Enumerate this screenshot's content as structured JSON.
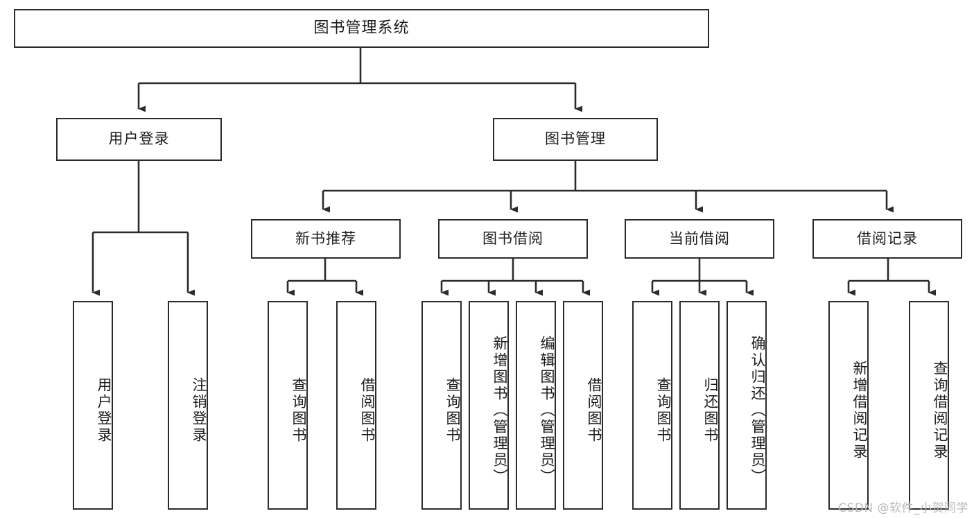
{
  "diagram": {
    "title": "图书管理系统",
    "type": "tree-hierarchy",
    "watermark": "CSDN @软件_小贺同学",
    "colors": {
      "stroke": "#2b2b2b",
      "fill": "#ffffff",
      "text": "#1b1b1b",
      "watermark": "#b9b9b9"
    },
    "nodes": {
      "root": {
        "label": "图书管理系统"
      },
      "level2": [
        {
          "id": "user-login",
          "label": "用户登录"
        },
        {
          "id": "book-manage",
          "label": "图书管理"
        }
      ],
      "level3": [
        {
          "id": "new-book-recommend",
          "label": "新书推荐"
        },
        {
          "id": "book-borrow",
          "label": "图书借阅"
        },
        {
          "id": "current-borrow",
          "label": "当前借阅"
        },
        {
          "id": "borrow-record",
          "label": "借阅记录"
        }
      ],
      "leaves": {
        "user_login": [
          {
            "id": "leaf-user-login",
            "label": "用户登录"
          },
          {
            "id": "leaf-logout-login",
            "label": "注销登录"
          }
        ],
        "new_book_recommend": [
          {
            "id": "leaf-query-book-1",
            "label": "查询图书"
          },
          {
            "id": "leaf-borrow-book-1",
            "label": "借阅图书"
          }
        ],
        "book_borrow": [
          {
            "id": "leaf-query-book-2",
            "label": "查询图书"
          },
          {
            "id": "leaf-add-book",
            "label": "新增图书（管理员）"
          },
          {
            "id": "leaf-edit-book",
            "label": "编辑图书（管理员）"
          },
          {
            "id": "leaf-borrow-book-2",
            "label": "借阅图书"
          }
        ],
        "current_borrow": [
          {
            "id": "leaf-query-book-3",
            "label": "查询图书"
          },
          {
            "id": "leaf-return-book",
            "label": "归还图书"
          },
          {
            "id": "leaf-confirm-return",
            "label": "确认归还（管理员）"
          }
        ],
        "borrow_record": [
          {
            "id": "leaf-add-record",
            "label": "新增借阅记录"
          },
          {
            "id": "leaf-query-record",
            "label": "查询借阅记录"
          }
        ]
      }
    }
  }
}
